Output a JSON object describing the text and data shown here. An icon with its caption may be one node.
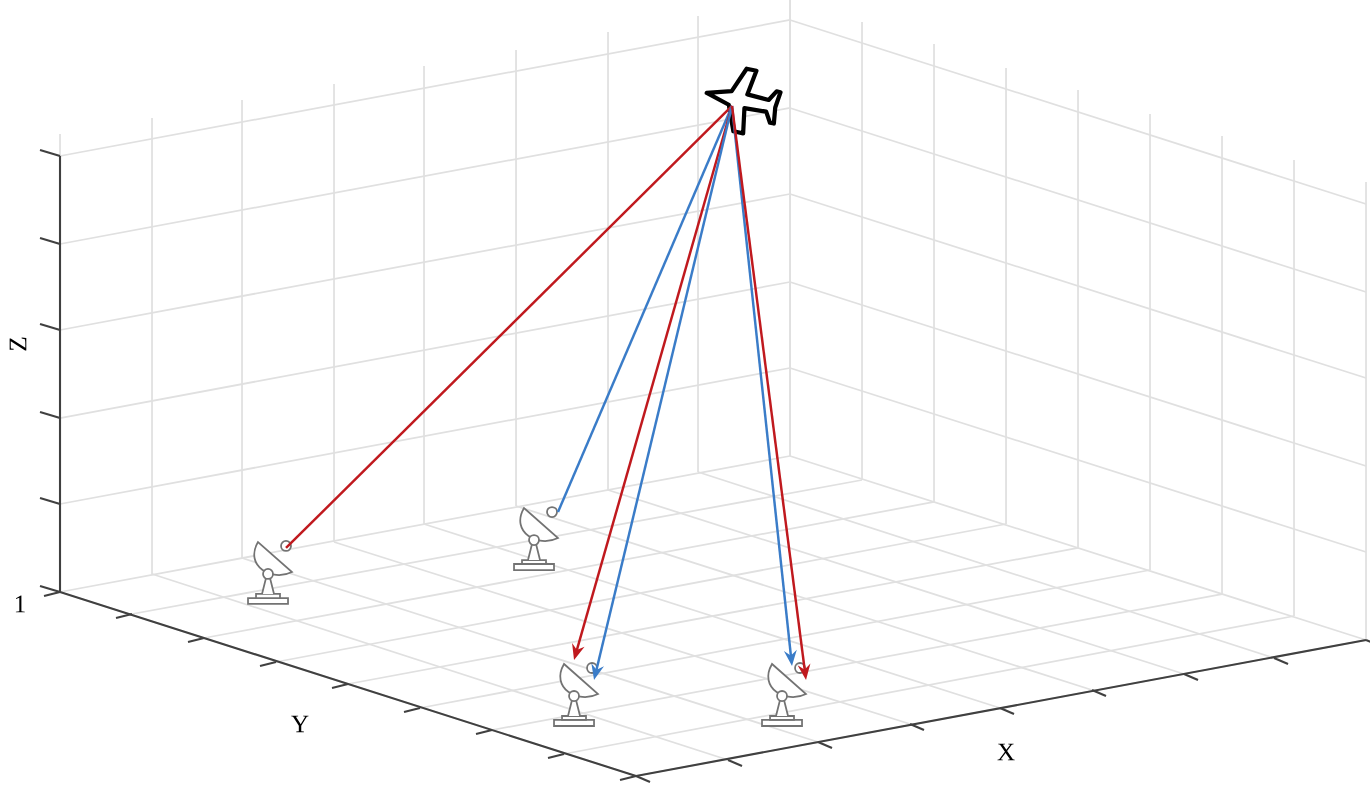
{
  "diagram": {
    "nodes": [
      {
        "text": [],
        "shape": "airplane"
      },
      {
        "text": [],
        "shape": "antenna"
      },
      {
        "text": [],
        "shape": "antenna"
      },
      {
        "text": [],
        "shape": "antenna"
      },
      {
        "text": [],
        "shape": "antenna"
      }
    ],
    "edges": [
      {
        "from": 0,
        "to": 1,
        "arrow": "none",
        "color": "#c0191e"
      },
      {
        "from": 0,
        "to": 2,
        "arrow": "none",
        "color": "#3a7cc8"
      },
      {
        "from": 0,
        "to": 3,
        "arrow": "to",
        "color": "#c0191e"
      },
      {
        "from": 0,
        "to": 3,
        "arrow": "to",
        "color": "#3a7cc8"
      },
      {
        "from": 0,
        "to": 4,
        "arrow": "to",
        "color": "#3a7cc8"
      },
      {
        "from": 0,
        "to": 4,
        "arrow": "to",
        "color": "#c0191e"
      }
    ],
    "labels": [
      "Z",
      "1",
      "Y",
      "X"
    ]
  }
}
